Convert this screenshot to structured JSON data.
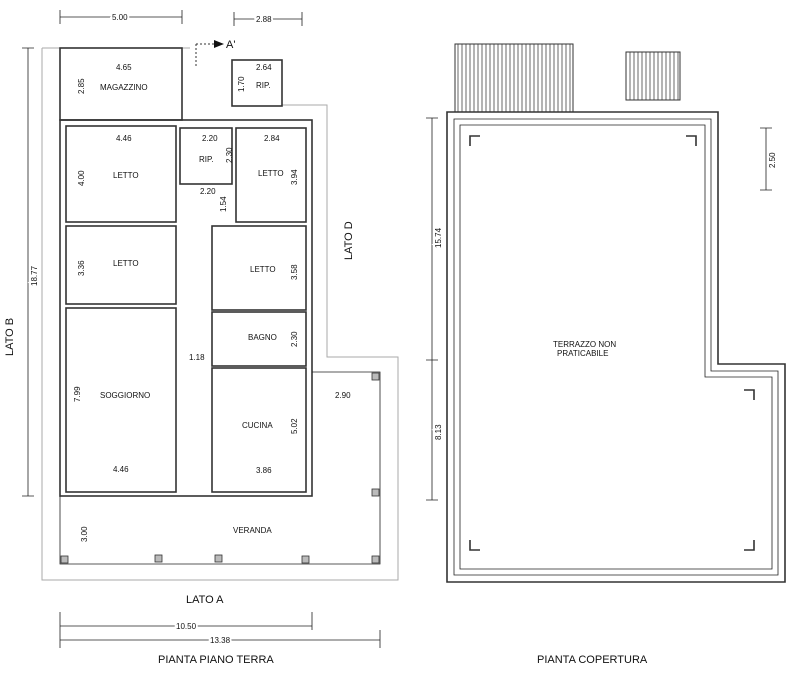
{
  "ground_floor": {
    "title": "PIANTA PIANO TERRA",
    "sides": {
      "a": "LATO   A",
      "b": "LATO  B",
      "d": "LATO  D"
    },
    "section_marker": "A'",
    "dimensions": {
      "top_left": "5.00",
      "top_right": "2.88",
      "left_total": "18.77",
      "bottom_inner": "10.50",
      "bottom_total": "13.38",
      "corridor": "1.18",
      "passage": "1.54",
      "rip_bottom": "2.20"
    },
    "rooms": [
      {
        "name": "MAGAZZINO",
        "w": "4.65",
        "h": "2.85"
      },
      {
        "name": "RIP.",
        "w": "2.64",
        "h": "1.70"
      },
      {
        "name": "LETTO",
        "w": "4.46",
        "h": "4.00"
      },
      {
        "name": "RIP.",
        "w": "2.20",
        "h": "2.30"
      },
      {
        "name": "LETTO",
        "w": "2.84",
        "h": "3.94"
      },
      {
        "name": "LETTO",
        "h": "3.36"
      },
      {
        "name": "LETTO",
        "h": "3.58"
      },
      {
        "name": "BAGNO",
        "h": "2.30"
      },
      {
        "name": "SOGGIORNO",
        "w": "4.46",
        "h": "7.99"
      },
      {
        "name": "CUCINA",
        "w": "3.86",
        "h": "5.02"
      },
      {
        "name": "VERANDA",
        "w": "2.90",
        "h": "3.00"
      }
    ]
  },
  "roof": {
    "title": "PIANTA COPERTURA",
    "label_1": "TERRAZZO  NON",
    "label_2": "PRATICABILE",
    "dimensions": {
      "top": "2.50",
      "left_total": "15.74",
      "left_lower": "8.13"
    }
  }
}
